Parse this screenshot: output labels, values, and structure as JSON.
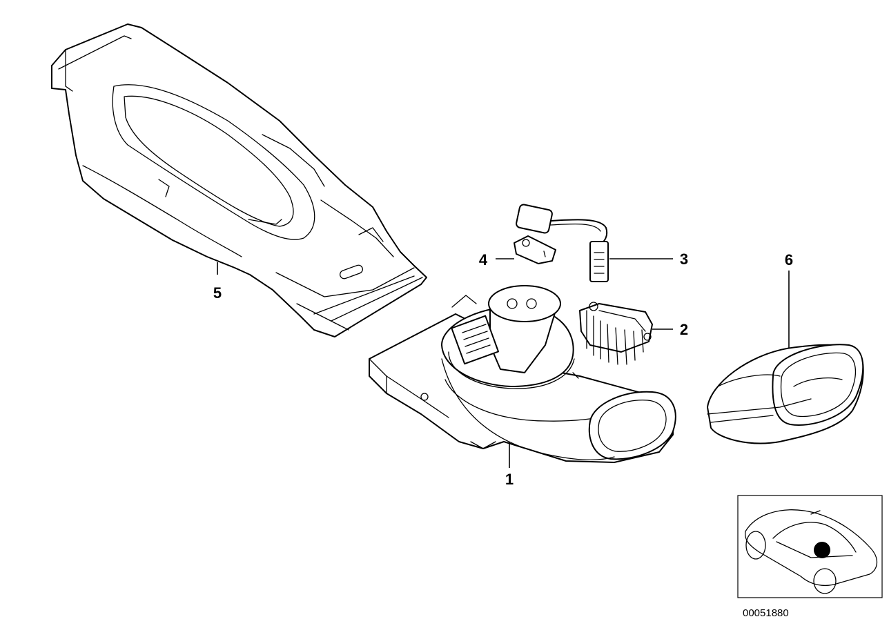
{
  "callouts": {
    "c1": "1",
    "c2": "2",
    "c3": "3",
    "c4": "4",
    "c5": "5",
    "c6": "6"
  },
  "diagram_number": "00051880",
  "colors": {
    "line": "#000000",
    "background": "#ffffff",
    "marker": "#000000"
  }
}
